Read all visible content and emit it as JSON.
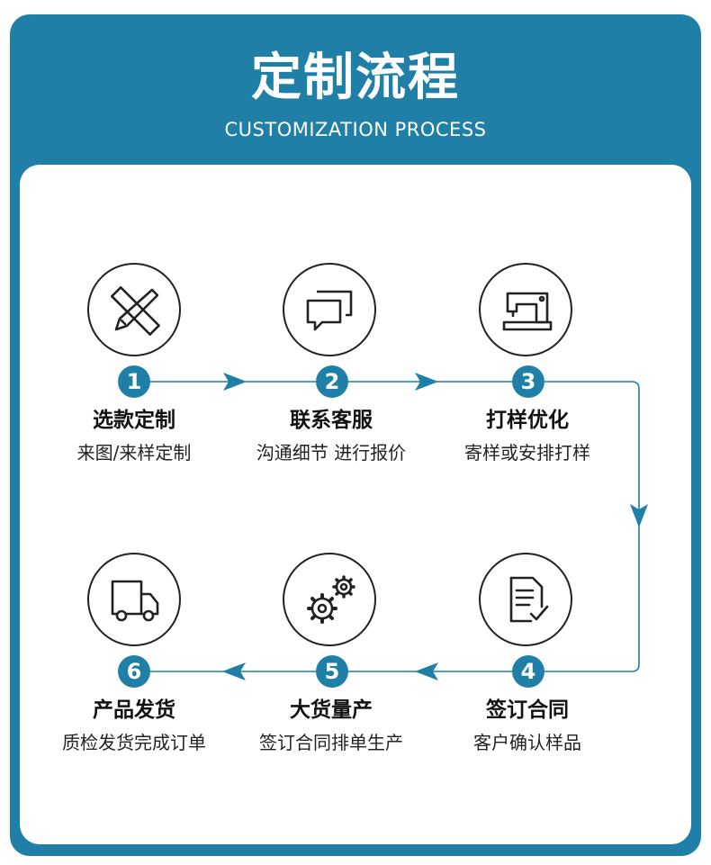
{
  "header": {
    "title": "定制流程",
    "subtitle": "CUSTOMIZATION PROCESS"
  },
  "colors": {
    "accent": "#1f7fa6",
    "text": "#111111",
    "panel": "#ffffff"
  },
  "steps": [
    {
      "number": "1",
      "title": "选款定制",
      "desc": "来图/来样定制",
      "icon": "ruler-pencil-icon"
    },
    {
      "number": "2",
      "title": "联系客服",
      "desc": "沟通细节 进行报价",
      "icon": "chat-bubbles-icon"
    },
    {
      "number": "3",
      "title": "打样优化",
      "desc": "寄样或安排打样",
      "icon": "sewing-machine-icon"
    },
    {
      "number": "4",
      "title": "签订合同",
      "desc": "客户确认样品",
      "icon": "document-check-icon"
    },
    {
      "number": "5",
      "title": "大货量产",
      "desc": "签订合同排单生产",
      "icon": "gears-icon"
    },
    {
      "number": "6",
      "title": "产品发货",
      "desc": "质检发货完成订单",
      "icon": "delivery-truck-icon"
    }
  ]
}
